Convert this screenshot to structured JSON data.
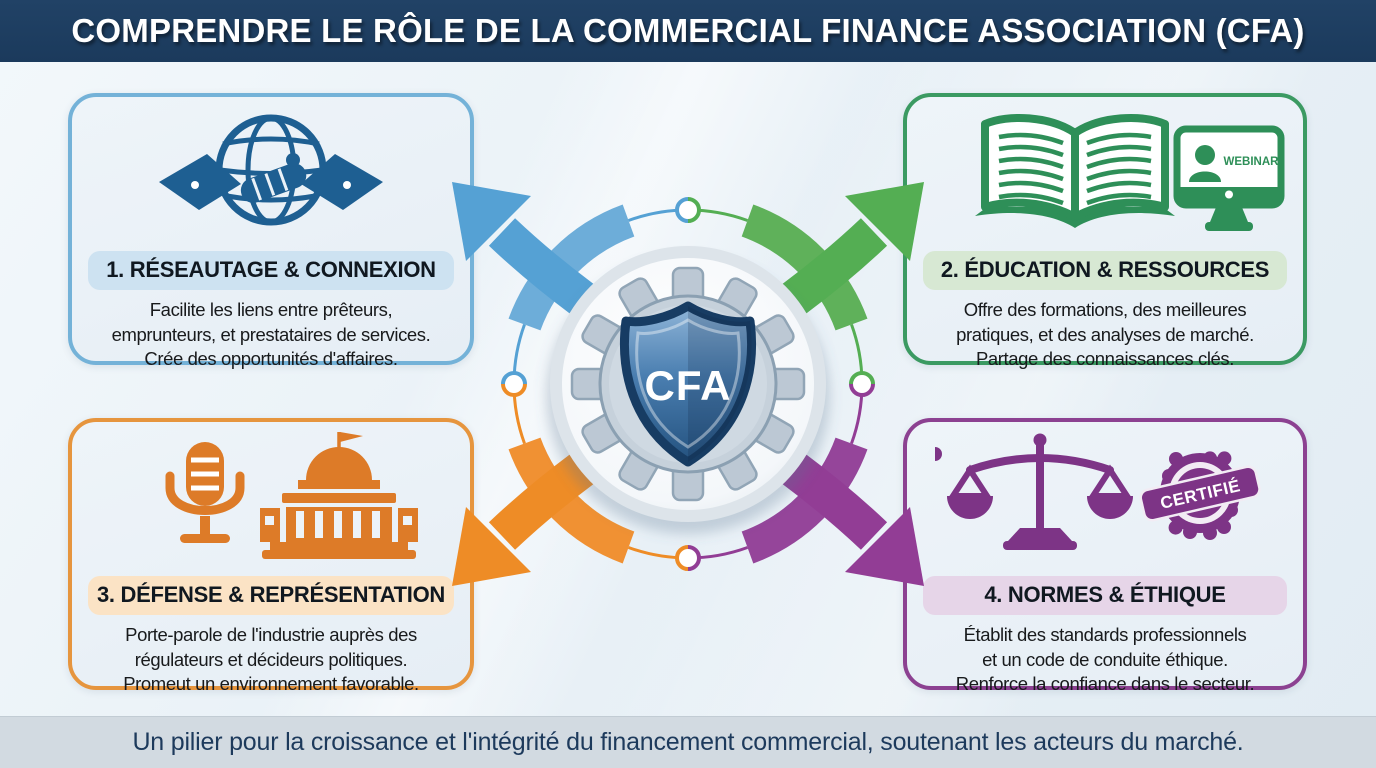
{
  "header": {
    "title": "COMPRENDRE LE RÔLE DE LA COMMERCIAL FINANCE ASSOCIATION (CFA)"
  },
  "center": {
    "emblem_label": "CFA"
  },
  "boxes": [
    {
      "id": "networking",
      "heading": "1. RÉSEAUTAGE & CONNEXION",
      "body": [
        "Facilite les liens entre prêteurs,",
        "emprunteurs, et prestataires de services.",
        "Crée des opportunités d'affaires."
      ],
      "icon": "handshake-globe-icon",
      "accent": "#74b2d8"
    },
    {
      "id": "education",
      "heading": "2. ÉDUCATION & RESSOURCES",
      "body": [
        "Offre des formations, des meilleures",
        "pratiques, et des analyses de marché.",
        "Partage des connaissances clés."
      ],
      "icon": "book-webinar-icon",
      "webinar_label": "WEBINAR",
      "accent": "#3b9a62"
    },
    {
      "id": "advocacy",
      "heading": "3. DÉFENSE & REPRÉSENTATION",
      "body": [
        "Porte-parole de l'industrie auprès des",
        "régulateurs et décideurs politiques.",
        "Promeut un environnement favorable."
      ],
      "icon": "microphone-capitol-icon",
      "accent": "#e6953e"
    },
    {
      "id": "ethics",
      "heading": "4. NORMES & ÉTHIQUE",
      "body": [
        "Établit des standards professionnels",
        "et un code de conduite éthique.",
        "Renforce la confiance dans le secteur."
      ],
      "icon": "scales-certified-icon",
      "badge_label": "CERTIFIÉ",
      "accent": "#8c4191"
    }
  ],
  "footer": {
    "text": "Un pilier pour la croissance et l'intégrité du financement commercial, soutenant les acteurs du marché."
  },
  "colors": {
    "header_navy": "#1b3a5c",
    "footer_bg": "#d2dae1",
    "arrow_blue": "#55a1d4",
    "arrow_green": "#54ae53",
    "arrow_orange": "#ee8c26",
    "arrow_purple": "#923d95",
    "icon_blue": "#1e5f92",
    "icon_green": "#2e8f58",
    "icon_orange": "#dd7b28",
    "icon_purple": "#7d3486",
    "shield_blue": "#2e5f94"
  }
}
